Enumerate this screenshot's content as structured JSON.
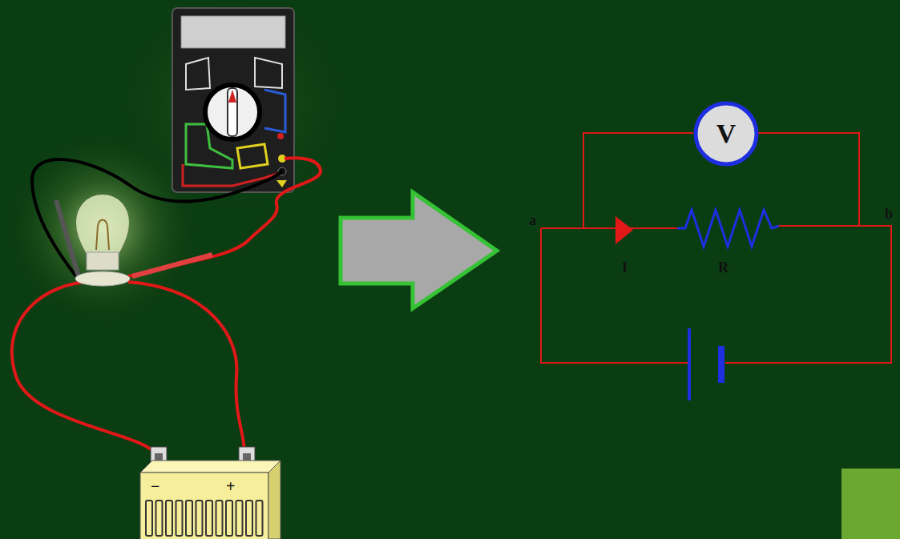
{
  "diagram": {
    "nodes": [
      {
        "text": [
          "V"
        ]
      }
    ],
    "labels": [
      "a",
      "I",
      "R",
      "b",
      "−",
      "+"
    ]
  }
}
